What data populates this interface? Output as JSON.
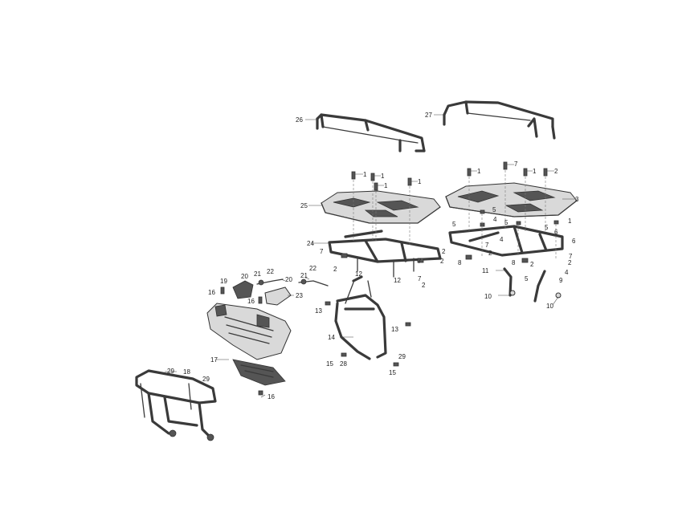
{
  "diagram": {
    "callouts": [
      {
        "id": "c1",
        "text": "1"
      },
      {
        "id": "c2",
        "text": "1"
      },
      {
        "id": "c3",
        "text": "1"
      },
      {
        "id": "c4",
        "text": "1"
      },
      {
        "id": "c5",
        "text": "1"
      },
      {
        "id": "c6",
        "text": "1"
      },
      {
        "id": "c7",
        "text": "1"
      },
      {
        "id": "c8",
        "text": "2"
      },
      {
        "id": "c9",
        "text": "2"
      },
      {
        "id": "c10",
        "text": "2"
      },
      {
        "id": "c11",
        "text": "2"
      },
      {
        "id": "c12",
        "text": "2"
      },
      {
        "id": "c13",
        "text": "2"
      },
      {
        "id": "c14",
        "text": "2"
      },
      {
        "id": "c15",
        "text": "3"
      },
      {
        "id": "c16",
        "text": "4"
      },
      {
        "id": "c17",
        "text": "4"
      },
      {
        "id": "c18",
        "text": "4"
      },
      {
        "id": "c19",
        "text": "5"
      },
      {
        "id": "c20",
        "text": "5"
      },
      {
        "id": "c21",
        "text": "5"
      },
      {
        "id": "c22",
        "text": "5"
      },
      {
        "id": "c23",
        "text": "5"
      },
      {
        "id": "c24",
        "text": "6"
      },
      {
        "id": "c25",
        "text": "6"
      },
      {
        "id": "c26",
        "text": "7"
      },
      {
        "id": "c27",
        "text": "7"
      },
      {
        "id": "c28",
        "text": "7"
      },
      {
        "id": "c29",
        "text": "7"
      },
      {
        "id": "c30",
        "text": "7"
      },
      {
        "id": "c31",
        "text": "8"
      },
      {
        "id": "c32",
        "text": "8"
      },
      {
        "id": "c33",
        "text": "9"
      },
      {
        "id": "c34",
        "text": "10"
      },
      {
        "id": "c35",
        "text": "10"
      },
      {
        "id": "c36",
        "text": "11"
      },
      {
        "id": "c37",
        "text": "12"
      },
      {
        "id": "c38",
        "text": "12"
      },
      {
        "id": "c39",
        "text": "13"
      },
      {
        "id": "c40",
        "text": "13"
      },
      {
        "id": "c41",
        "text": "14"
      },
      {
        "id": "c42",
        "text": "15"
      },
      {
        "id": "c43",
        "text": "15"
      },
      {
        "id": "c44",
        "text": "16"
      },
      {
        "id": "c45",
        "text": "16"
      },
      {
        "id": "c46",
        "text": "16"
      },
      {
        "id": "c47",
        "text": "17"
      },
      {
        "id": "c48",
        "text": "18"
      },
      {
        "id": "c49",
        "text": "19"
      },
      {
        "id": "c50",
        "text": "20"
      },
      {
        "id": "c51",
        "text": "20"
      },
      {
        "id": "c52",
        "text": "21"
      },
      {
        "id": "c53",
        "text": "21"
      },
      {
        "id": "c54",
        "text": "22"
      },
      {
        "id": "c55",
        "text": "22"
      },
      {
        "id": "c56",
        "text": "23"
      },
      {
        "id": "c57",
        "text": "24"
      },
      {
        "id": "c58",
        "text": "25"
      },
      {
        "id": "c59",
        "text": "26"
      },
      {
        "id": "c60",
        "text": "27"
      },
      {
        "id": "c61",
        "text": "28"
      },
      {
        "id": "c62",
        "text": "29"
      },
      {
        "id": "c63",
        "text": "29"
      },
      {
        "id": "c64",
        "text": "29"
      },
      {
        "id": "c65",
        "text": "2"
      },
      {
        "id": "c66",
        "text": "7"
      }
    ]
  }
}
